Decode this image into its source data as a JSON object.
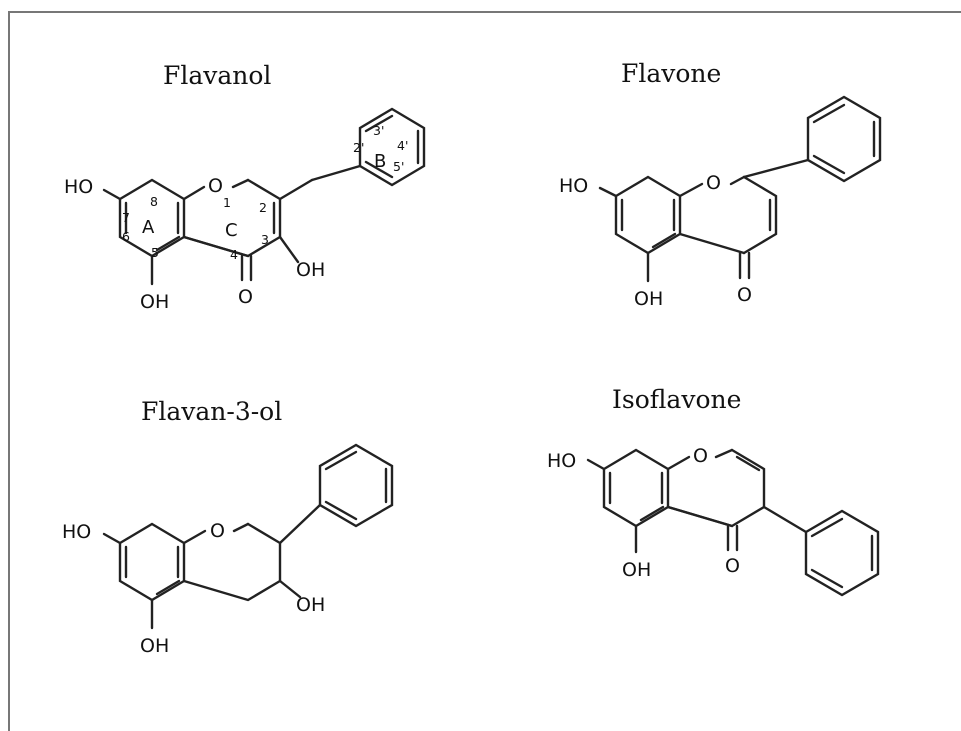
{
  "structures": [
    {
      "name": "Flavanol",
      "atoms": {
        "ho7": "HO",
        "o1": "O",
        "oh3": "OH",
        "oh5": "OH",
        "o4": "O"
      },
      "ring_labels": {
        "A": "A",
        "B": "B",
        "C": "C"
      },
      "position_numbers": {
        "n1": "1",
        "n2": "2",
        "n3": "3",
        "n4": "4",
        "n5": "5",
        "n6": "6",
        "n7": "7",
        "n8": "8",
        "n2p": "2'",
        "n3p": "3'",
        "n4p": "4'",
        "n5p": "5'"
      }
    },
    {
      "name": "Flavone",
      "atoms": {
        "ho7": "HO",
        "o1": "O",
        "oh5": "OH",
        "o4": "O"
      }
    },
    {
      "name": "Flavan-3-ol",
      "atoms": {
        "ho7": "HO",
        "o1": "O",
        "oh3": "OH",
        "oh5": "OH"
      }
    },
    {
      "name": "Isoflavone",
      "atoms": {
        "ho7": "HO",
        "o1": "O",
        "oh5": "OH",
        "o4": "O"
      }
    }
  ]
}
